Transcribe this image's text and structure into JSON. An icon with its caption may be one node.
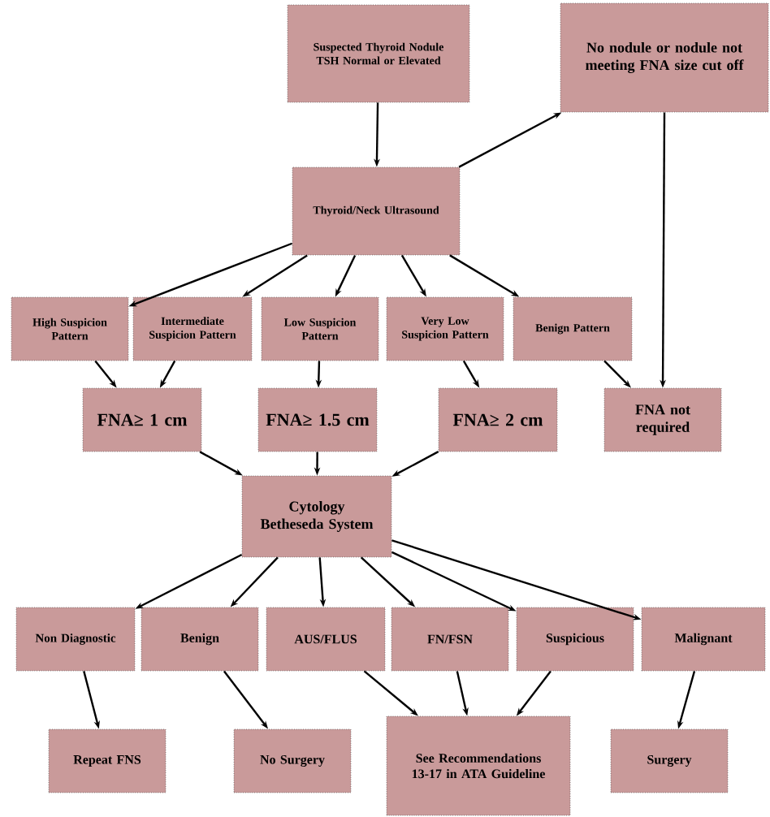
{
  "diagram": {
    "nodes": [
      {
        "text": [
          "Suspected Thyroid Nodule TSH Normal or Elevated"
        ]
      },
      {
        "text": [
          "No nodule or nodule not meeting FNA size cut off"
        ]
      },
      {
        "text": [
          "Thyroid/Neck Ultrasound"
        ]
      },
      {
        "text": [
          "High Suspicion Pattern"
        ]
      },
      {
        "text": [
          "Intermediate Suspicion Pattern"
        ]
      },
      {
        "text": [
          "Low Suspicion Pattern"
        ]
      },
      {
        "text": [
          "Very Low Suspicion Pattern"
        ]
      },
      {
        "text": [
          "Benign Pattern"
        ]
      },
      {
        "text": [
          "FNA≥ 1 cm"
        ]
      },
      {
        "text": [
          "FNA≥ 1.5 cm"
        ]
      },
      {
        "text": [
          "FNA≥ 2 cm"
        ]
      },
      {
        "text": [
          "FNA not required"
        ]
      },
      {
        "text": [
          "Cytology Betheseda System"
        ]
      },
      {
        "text": [
          "Non Diagnostic"
        ]
      },
      {
        "text": [
          "Benign"
        ]
      },
      {
        "text": [
          "AUS/FLUS"
        ]
      },
      {
        "text": [
          "FN/FSN"
        ]
      },
      {
        "text": [
          "Suspicious"
        ]
      },
      {
        "text": [
          "Malignant"
        ]
      },
      {
        "text": [
          "Repeat FNS"
        ]
      },
      {
        "text": [
          "No Surgery"
        ]
      },
      {
        "text": [
          "See Recommendations 13-17 in ATA Guideline"
        ]
      },
      {
        "text": [
          "Surgery"
        ]
      }
    ],
    "edges": [
      {
        "from": 0,
        "to": 2,
        "arrow": "to"
      },
      {
        "from": 2,
        "to": 1,
        "arrow": "to"
      },
      {
        "from": 1,
        "to": 11,
        "arrow": "to"
      },
      {
        "from": 2,
        "to": 3,
        "arrow": "to"
      },
      {
        "from": 2,
        "to": 4,
        "arrow": "to"
      },
      {
        "from": 2,
        "to": 5,
        "arrow": "to"
      },
      {
        "from": 2,
        "to": 6,
        "arrow": "to"
      },
      {
        "from": 2,
        "to": 7,
        "arrow": "to"
      },
      {
        "from": 3,
        "to": 8,
        "arrow": "to"
      },
      {
        "from": 4,
        "to": 8,
        "arrow": "to"
      },
      {
        "from": 5,
        "to": 9,
        "arrow": "to"
      },
      {
        "from": 6,
        "to": 10,
        "arrow": "to"
      },
      {
        "from": 7,
        "to": 11,
        "arrow": "to"
      },
      {
        "from": 8,
        "to": 12,
        "arrow": "to"
      },
      {
        "from": 9,
        "to": 12,
        "arrow": "to"
      },
      {
        "from": 10,
        "to": 12,
        "arrow": "to"
      },
      {
        "from": 12,
        "to": 13,
        "arrow": "to"
      },
      {
        "from": 12,
        "to": 14,
        "arrow": "to"
      },
      {
        "from": 12,
        "to": 15,
        "arrow": "to"
      },
      {
        "from": 12,
        "to": 16,
        "arrow": "to"
      },
      {
        "from": 12,
        "to": 17,
        "arrow": "to"
      },
      {
        "from": 12,
        "to": 18,
        "arrow": "to"
      },
      {
        "from": 13,
        "to": 19,
        "arrow": "to"
      },
      {
        "from": 14,
        "to": 20,
        "arrow": "to"
      },
      {
        "from": 15,
        "to": 21,
        "arrow": "to"
      },
      {
        "from": 16,
        "to": 21,
        "arrow": "to"
      },
      {
        "from": 17,
        "to": 21,
        "arrow": "to"
      },
      {
        "from": 18,
        "to": 22,
        "arrow": "to"
      }
    ]
  }
}
